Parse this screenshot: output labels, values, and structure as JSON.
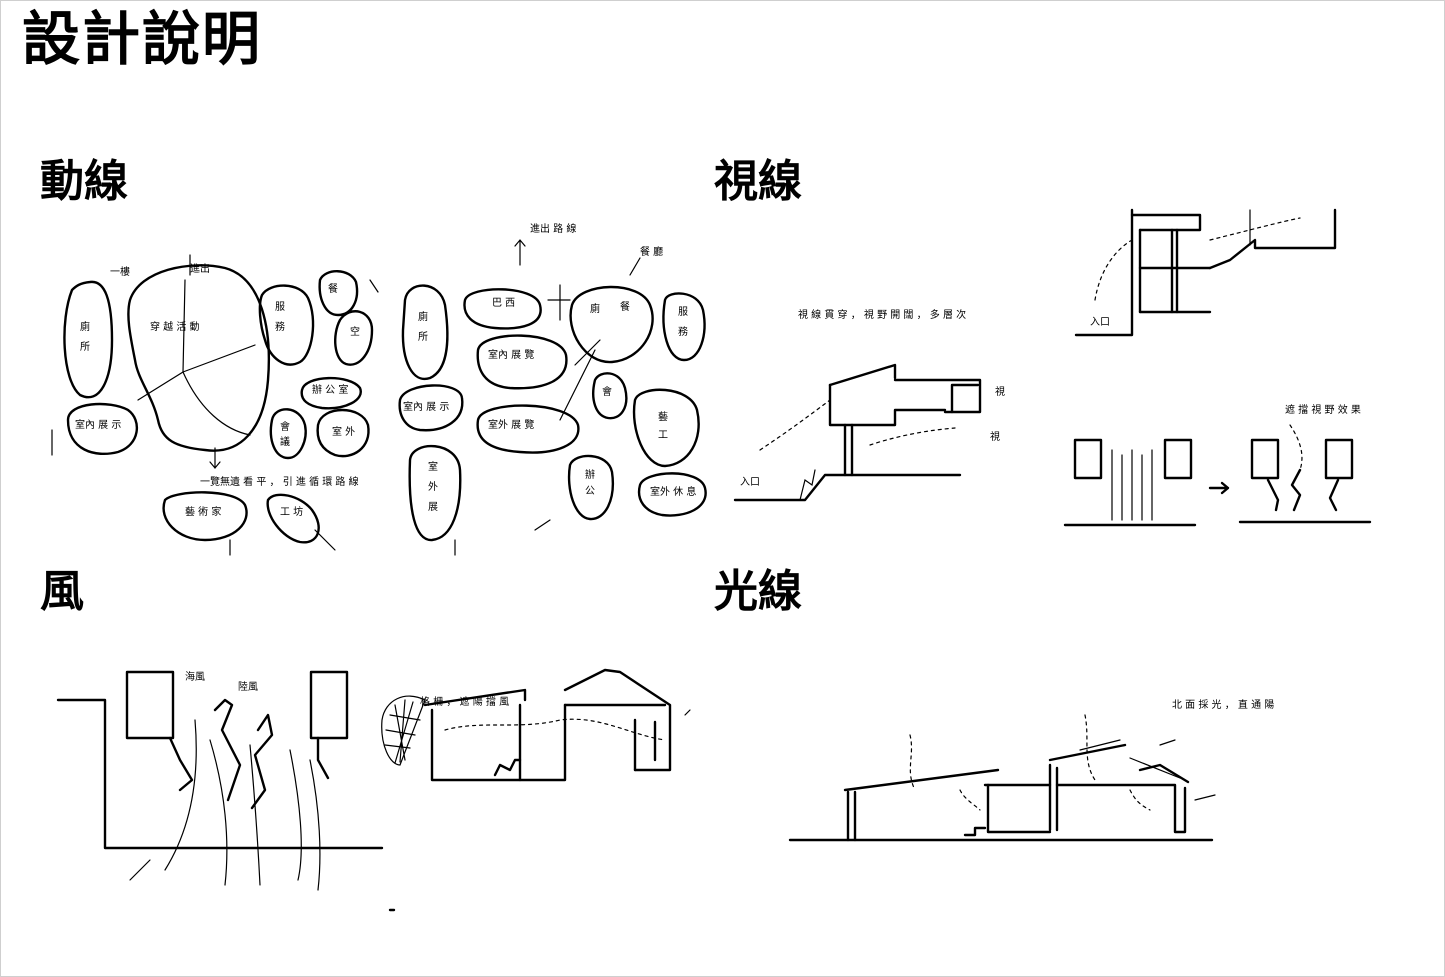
{
  "title": "設計說明",
  "sections": {
    "circulation": "動線",
    "sightline": "視線",
    "wind": "風",
    "light": "光線"
  }
}
